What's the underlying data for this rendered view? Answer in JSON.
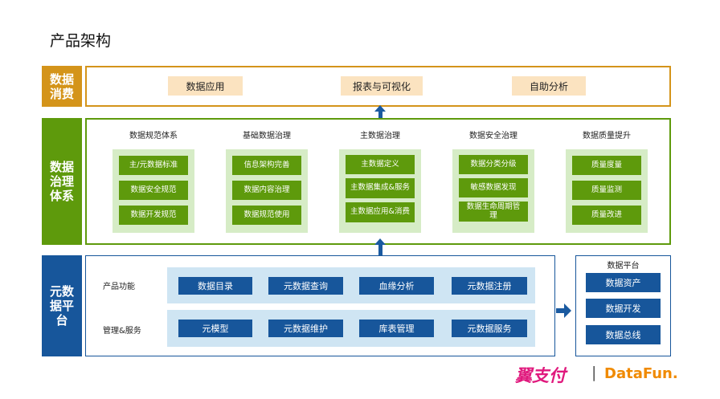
{
  "page_title": "产品架构",
  "layers": {
    "consumption": {
      "label_line1": "数据",
      "label_line2": "消费",
      "items": [
        "数据应用",
        "报表与可视化",
        "自助分析"
      ]
    },
    "governance": {
      "label_line1": "数据",
      "label_line2": "治理",
      "label_line3": "体系",
      "columns": [
        {
          "title": "数据规范体系",
          "items": [
            "主/元数据标准",
            "数据安全规范",
            "数据开发规范"
          ]
        },
        {
          "title": "基础数据治理",
          "items": [
            "信息架构完善",
            "数据内容治理",
            "数据规范使用"
          ]
        },
        {
          "title": "主数据治理",
          "items": [
            "主数据定义",
            "主数据集成&服务",
            "主数据应用&消费"
          ]
        },
        {
          "title": "数据安全治理",
          "items": [
            "数据分类分级",
            "敏感数据发现",
            "数据生命周期管理"
          ]
        },
        {
          "title": "数据质量提升",
          "items": [
            "质量度量",
            "质量监测",
            "质量改进"
          ]
        }
      ]
    },
    "metadata_platform": {
      "label_line1": "元数",
      "label_line2": "据平",
      "label_line3": "台",
      "rows": [
        {
          "label": "产品功能",
          "items": [
            "数据目录",
            "元数据查询",
            "血缘分析",
            "元数据注册"
          ]
        },
        {
          "label": "管理&服务",
          "items": [
            "元模型",
            "元数据维护",
            "库表管理",
            "元数据服务"
          ]
        }
      ]
    },
    "data_platform": {
      "title": "数据平台",
      "items": [
        "数据资产",
        "数据开发",
        "数据总线"
      ]
    }
  },
  "logos": {
    "brand1": "翼支付",
    "separator": "|",
    "brand2": "DataFun."
  },
  "colors": {
    "consumption": "#d4941a",
    "consumption_pill": "#fbe3c0",
    "governance": "#5e9a0c",
    "governance_box": "#d6ecc6",
    "platform": "#17569b",
    "platform_row": "#cfe5f3"
  }
}
